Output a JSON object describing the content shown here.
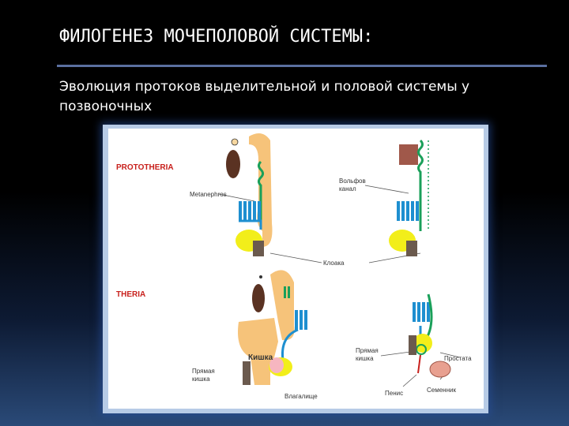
{
  "slide": {
    "title": "ФИЛОГЕНЕЗ МОЧЕПОЛОВОЙ СИСТЕМЫ:",
    "subtitle": "Эволюция протоков выделительной и половой  системы у позвоночных"
  },
  "figure": {
    "group_prototheria": "PROTOTHERIA",
    "group_theria": "THERIA",
    "label_metanephros": "Metanephros",
    "label_wolff_1": "Вольфов",
    "label_wolff_2": "канал",
    "label_cloaca": "Клоака",
    "label_intestine": "Кишка",
    "label_rectum_left_1": "Прямая",
    "label_rectum_left_2": "кишка",
    "label_vagina": "Влагалище",
    "label_rectum_right_1": "Прямая",
    "label_rectum_right_2": "кишка",
    "label_prostate": "Простата",
    "label_penis": "Пенис",
    "label_testis": "Семенник"
  },
  "colors": {
    "kidney_blue": "#1e8fd0",
    "wolff_green": "#1aa05a",
    "bladder_yellow": "#f2ee1a",
    "duct_orange": "#f6c37a",
    "label_red": "#c8201c"
  }
}
